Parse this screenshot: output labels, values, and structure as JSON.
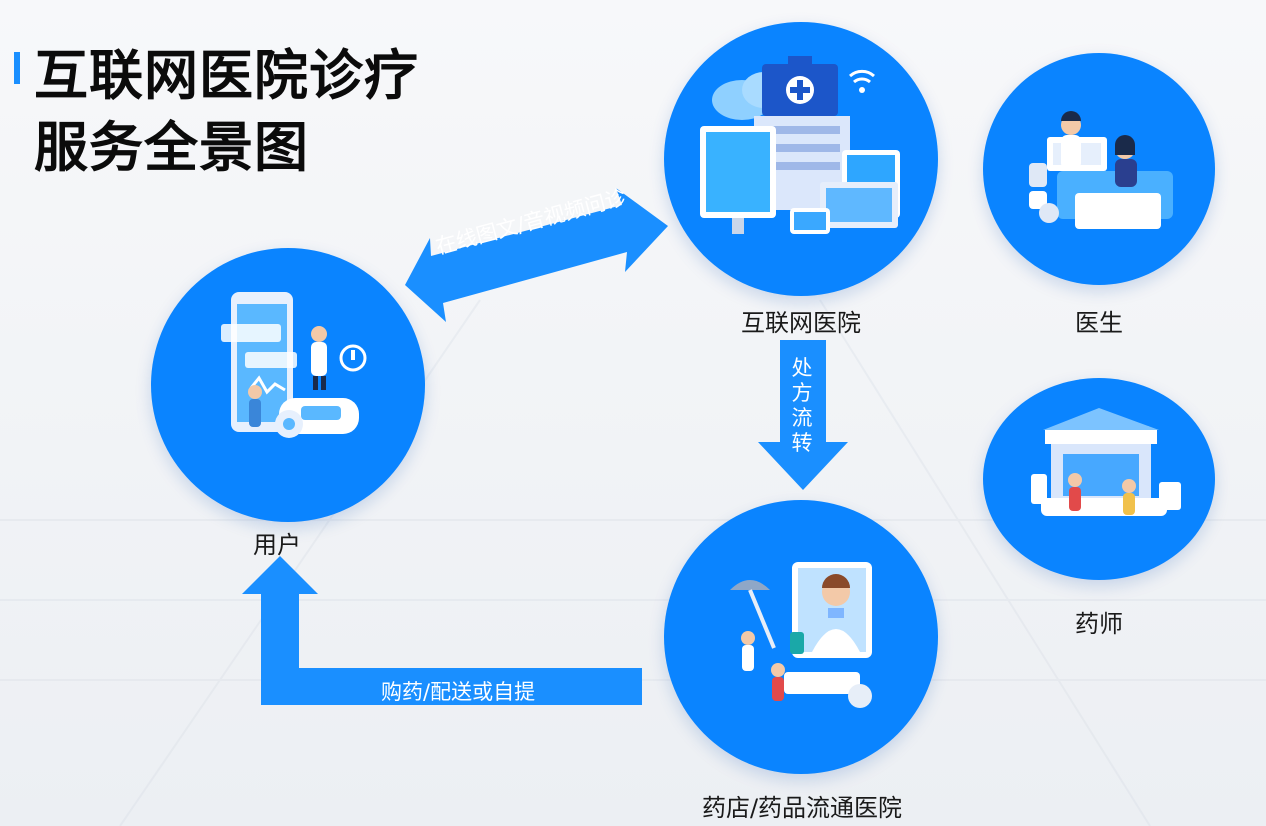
{
  "title_line1": "互联网医院诊疗",
  "title_line2": "服务全景图",
  "nodes": {
    "hospital": "互联网医院",
    "doctor": "医生",
    "pharmacist": "药师",
    "user": "用户",
    "pharmacy": "药店/药品流通医院"
  },
  "flows": {
    "consult": "在线图文/音视频问诊",
    "prescription": "处方流转",
    "delivery": "购药/配送或自提"
  },
  "colors": {
    "accent": "#0a84ff",
    "arrow": "#1a8fff",
    "text": "#1a1a1a"
  }
}
